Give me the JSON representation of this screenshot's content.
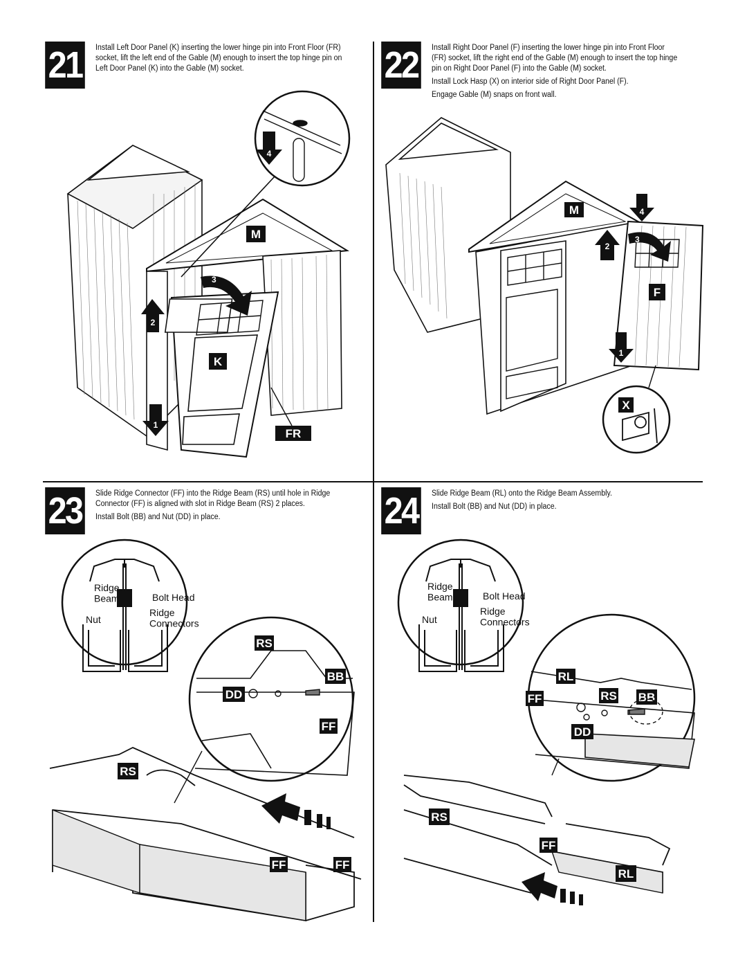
{
  "steps": [
    {
      "number": "21",
      "lines": [
        "Install Left Door Panel (K) inserting the lower hinge pin into Front Floor (FR) socket, lift the left end of the Gable (M) enough to insert the top hinge pin on Left Door Panel (K) into the Gable (M) socket."
      ],
      "labels": {
        "gable": "M",
        "door": "K",
        "floor": "FR"
      },
      "arrows": [
        "4",
        "3",
        "2",
        "1"
      ]
    },
    {
      "number": "22",
      "lines": [
        "Install Right Door Panel (F) inserting the lower hinge pin into Front Floor (FR) socket, lift the right end of the Gable (M) enough to insert the top hinge pin on Right Door Panel (F) into the Gable (M) socket.",
        "Install Lock Hasp (X) on interior side of Right Door Panel (F).",
        "Engage Gable (M) snaps on front wall."
      ],
      "labels": {
        "gable": "M",
        "door": "F",
        "hasp": "X"
      },
      "arrows": [
        "4",
        "2",
        "3",
        "1"
      ]
    },
    {
      "number": "23",
      "lines": [
        "Slide Ridge Connector (FF) into the Ridge Beam (RS) until hole in Ridge Connector (FF) is aligned with slot in Ridge Beam (RS) 2 places.",
        "Install Bolt (BB) and Nut (DD) in place."
      ],
      "detail": {
        "ridge_beam": "Ridge\nBeam",
        "bolt_head": "Bolt Head",
        "nut": "Nut",
        "ridge_connectors": "Ridge\nConnectors"
      },
      "labels": {
        "rs": "RS",
        "bb": "BB",
        "dd": "DD",
        "ff": "FF"
      }
    },
    {
      "number": "24",
      "lines": [
        "Slide Ridge Beam (RL) onto the Ridge Beam Assembly.",
        "Install Bolt (BB) and Nut (DD) in place."
      ],
      "detail": {
        "ridge_beam": "Ridge\nBeam",
        "bolt_head": "Bolt Head",
        "nut": "Nut",
        "ridge_connectors": "Ridge\nConnectors"
      },
      "labels": {
        "rl": "RL",
        "ff": "FF",
        "rs": "RS",
        "bb": "BB",
        "dd": "DD"
      }
    }
  ]
}
